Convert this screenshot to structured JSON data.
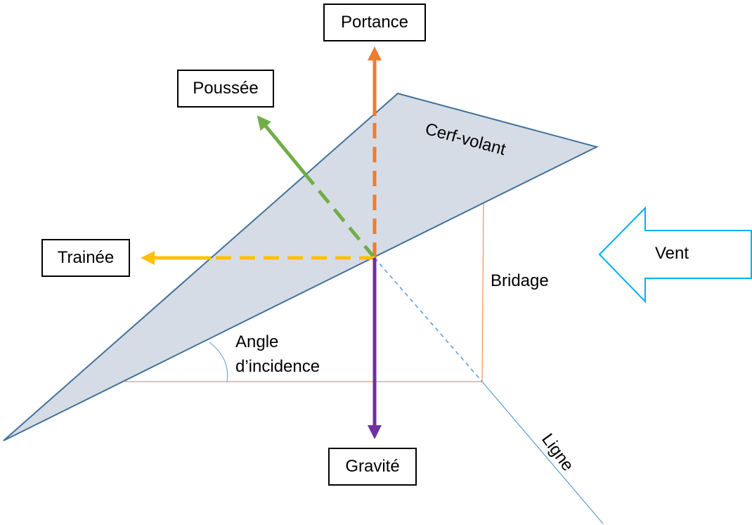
{
  "labels": {
    "portance": "Portance",
    "poussee": "Poussée",
    "trainee": "Trainée",
    "gravite": "Gravité",
    "cerf_volant": "Cerf-volant",
    "vent": "Vent",
    "bridage": "Bridage",
    "angle_line1": "Angle",
    "angle_line2": "d’incidence",
    "ligne": "Ligne"
  },
  "colors": {
    "kite_fill": "#d6dce5",
    "kite_stroke": "#41719c",
    "portance": "#ed7d31",
    "poussee": "#70ad47",
    "trainee": "#ffc000",
    "gravite": "#7030a0",
    "vent": "#00b0f0",
    "ligne": "#5b9bd5",
    "bridage": "#ed7d31"
  }
}
